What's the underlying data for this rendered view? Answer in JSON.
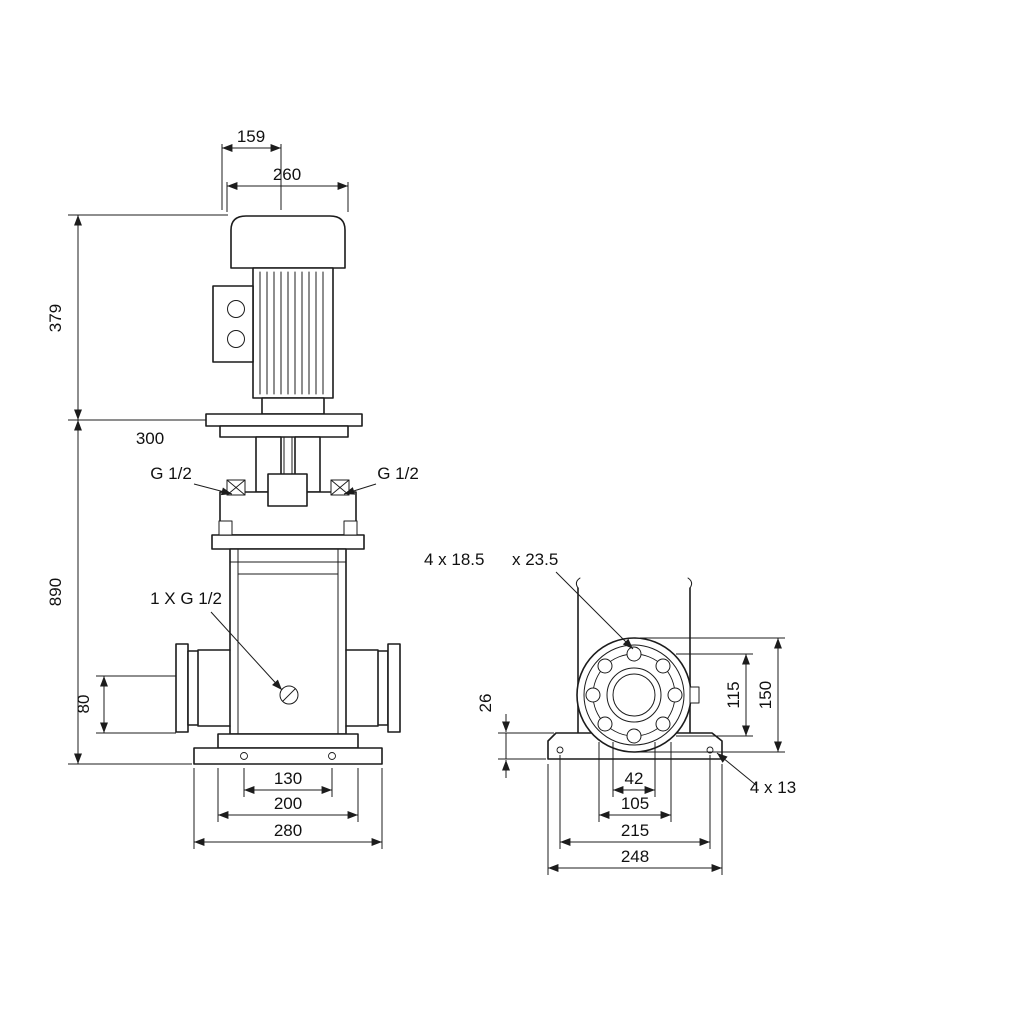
{
  "front_view": {
    "dims": {
      "d159": "159",
      "d260": "260",
      "d379": "379",
      "d300": "300",
      "d890": "890",
      "d80": "80",
      "d130": "130",
      "d200": "200",
      "d280": "280"
    },
    "labels": {
      "plug_left": "G 1/2",
      "plug_right": "G 1/2",
      "drain_port": "1 X G 1/2"
    }
  },
  "side_view": {
    "dims": {
      "d26": "26",
      "d115": "115",
      "d150": "150",
      "d42": "42",
      "d105": "105",
      "d215": "215",
      "d248": "248"
    },
    "labels": {
      "flange_holes_spec": "4 x 18.5",
      "flange_counterbore_spec": "x 23.5",
      "base_holes_spec": "4 x 13"
    }
  }
}
